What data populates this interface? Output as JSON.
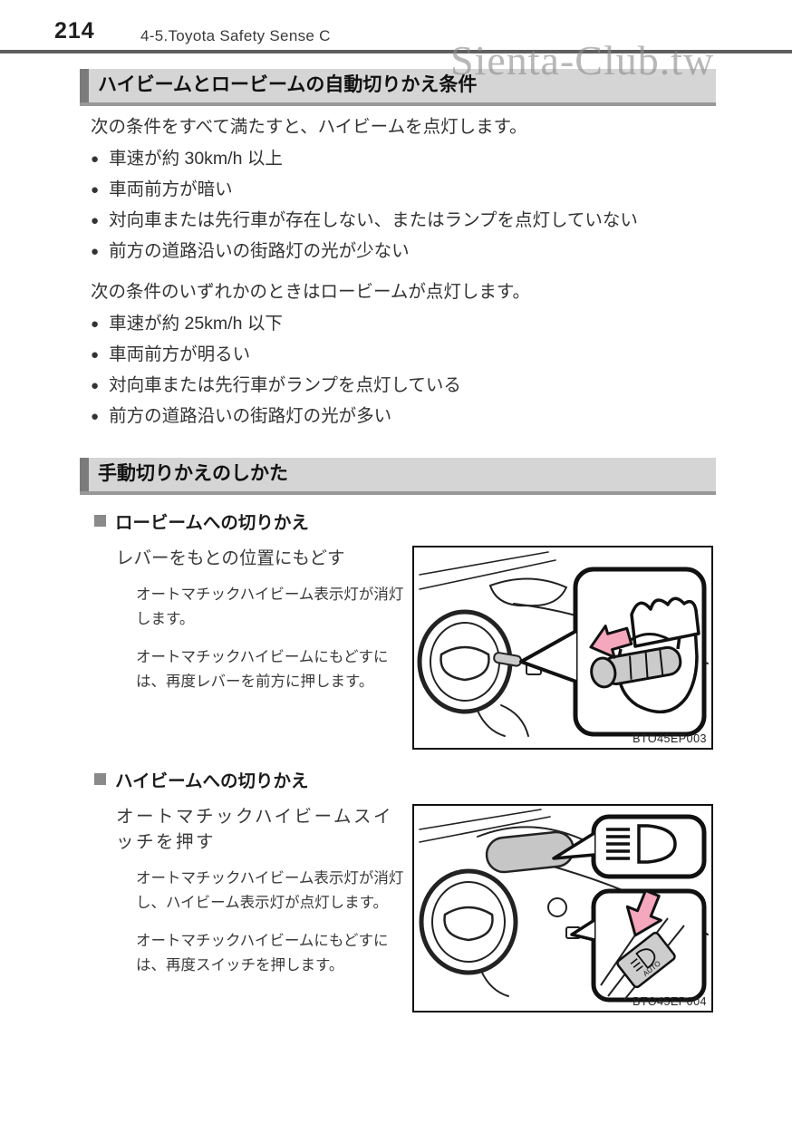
{
  "page": {
    "number": "214",
    "breadcrumb": "4-5.Toyota Safety Sense C",
    "watermark": "Sienta-Club.tw"
  },
  "icons": {
    "bullet": "●",
    "square": "■"
  },
  "section_auto": {
    "title": "ハイビームとロービームの自動切りかえ条件",
    "intro_high": "次の条件をすべて満たすと、ハイビームを点灯します。",
    "high_conditions": [
      "車速が約 30km/h 以上",
      "車両前方が暗い",
      "対向車または先行車が存在しない、またはランプを点灯していない",
      "前方の道路沿いの街路灯の光が少ない"
    ],
    "intro_low": "次の条件のいずれかのときはロービームが点灯します。",
    "low_conditions": [
      "車速が約 25km/h 以下",
      "車両前方が明るい",
      "対向車または先行車がランプを点灯している",
      "前方の道路沿いの街路灯の光が多い"
    ]
  },
  "section_manual": {
    "title": "手動切りかえのしかた",
    "sub_low": {
      "title": "ロービームへの切りかえ",
      "step": "レバーをもとの位置にもどす",
      "notes": [
        "オートマチックハイビーム表示灯が消灯します。",
        "オートマチックハイビームにもどすには、再度レバーを前方に押します。"
      ],
      "figure_code": "BTO45EP003"
    },
    "sub_high": {
      "title": "ハイビームへの切りかえ",
      "step": "オートマチックハイビームスイッチを押す",
      "notes": [
        "オートマチックハイビーム表示灯が消灯し、ハイビーム表示灯が点灯します。",
        "オートマチックハイビームにもどすには、再度スイッチを押します。"
      ],
      "figure_code": "BTO45EP004",
      "switch_label": "AUTO"
    }
  },
  "colors": {
    "section_bar_bg": "#d5d5d5",
    "section_bar_accent": "#7b7b7b",
    "section_bar_shadow": "#989898",
    "arrow_pink": "#f4a7bd",
    "illustration_gray": "#cbcbcb",
    "watermark_gray": "#8e8e8e"
  }
}
